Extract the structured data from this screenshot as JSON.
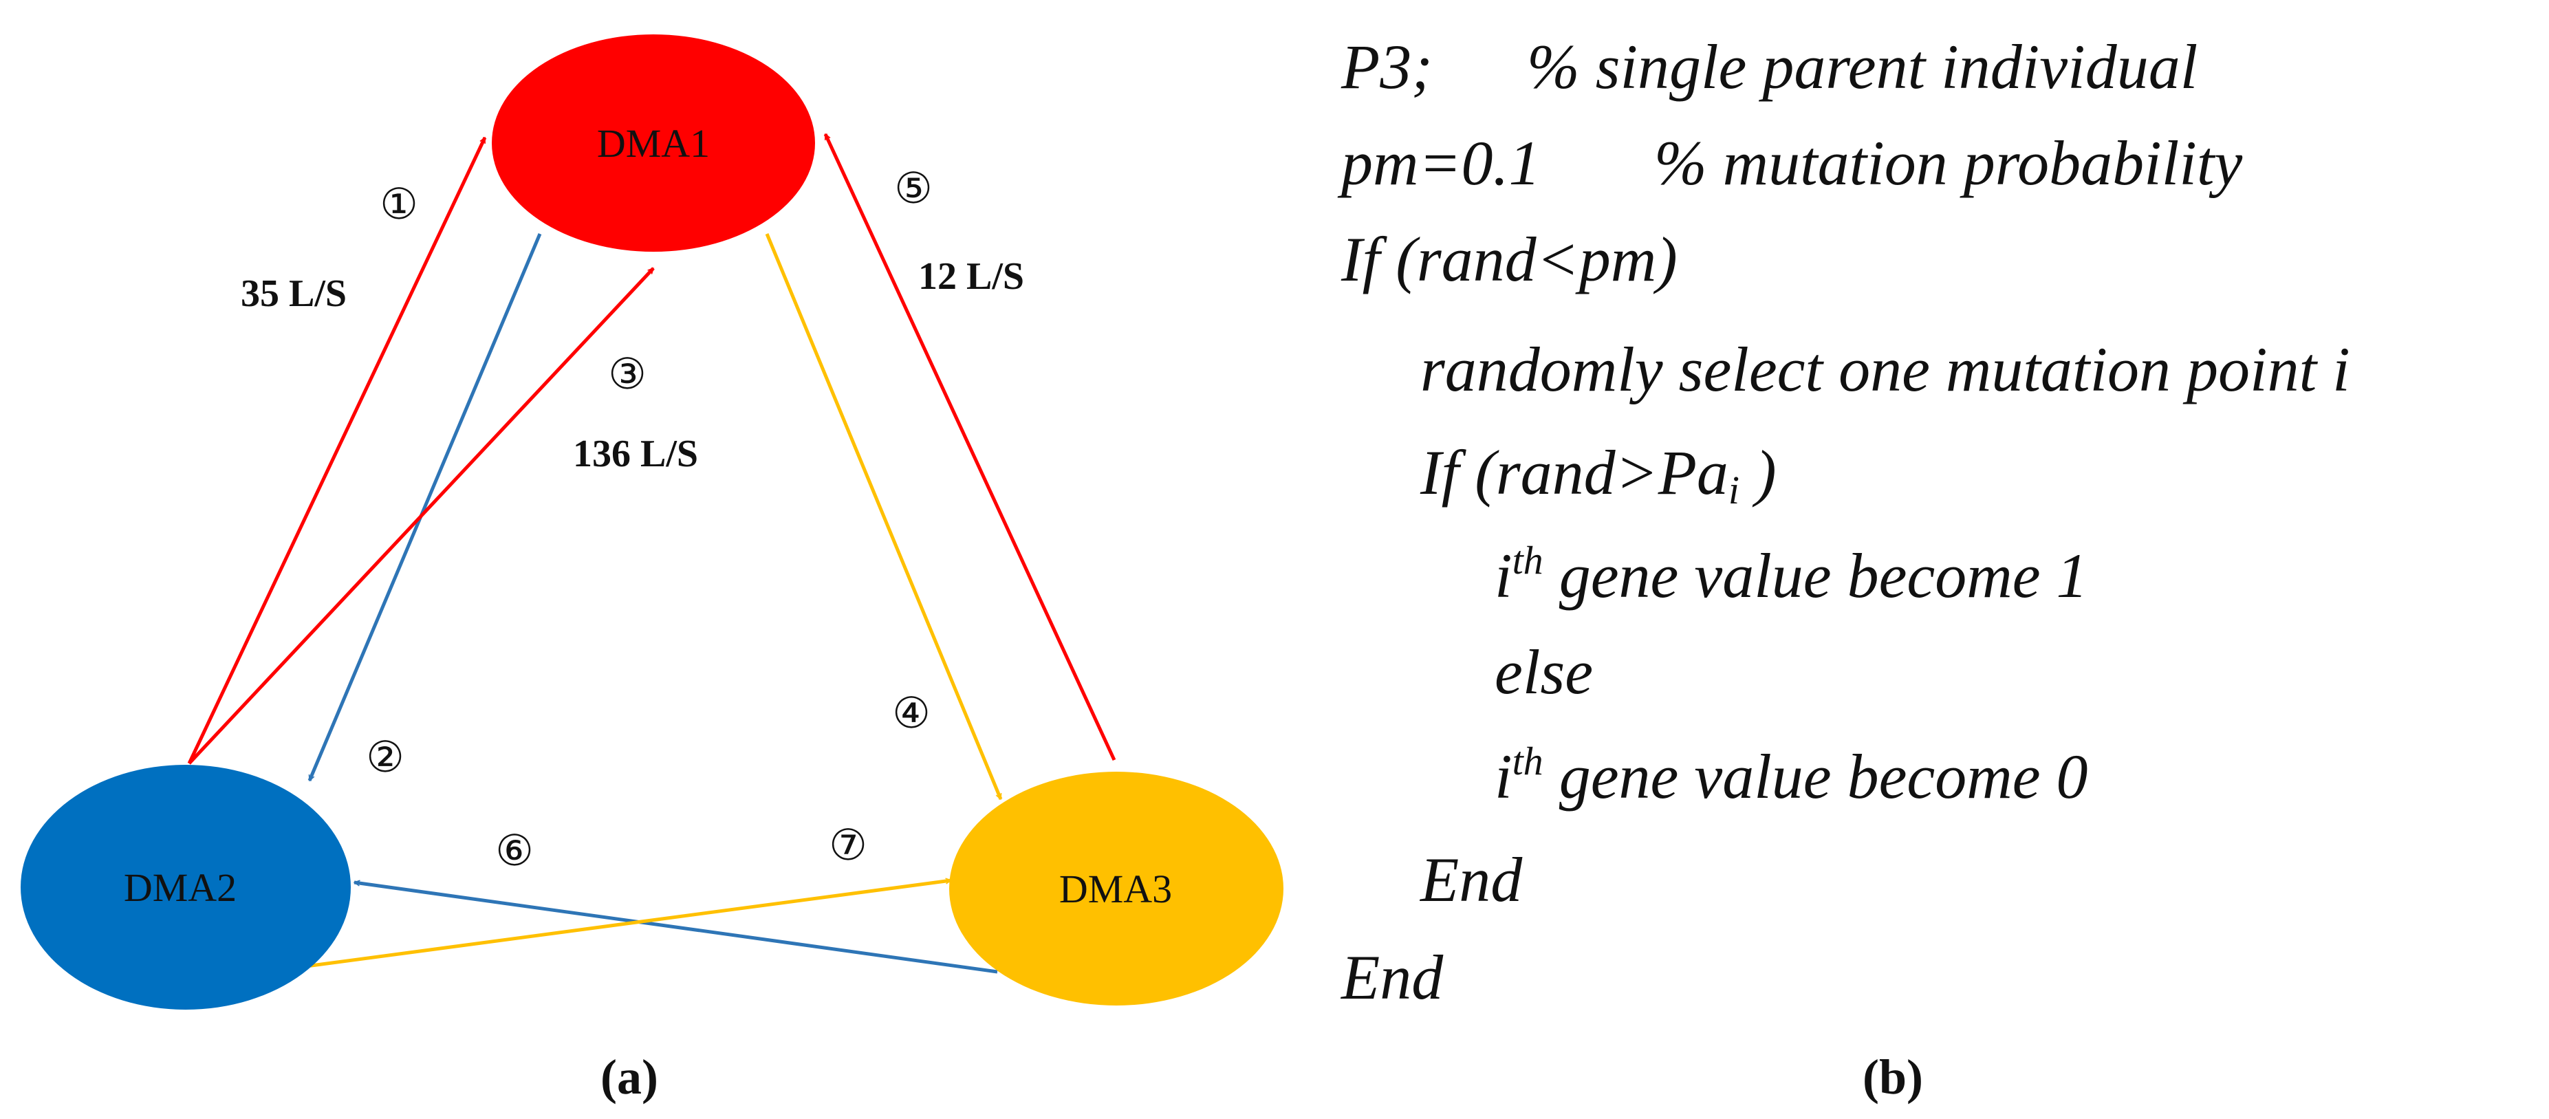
{
  "diagram": {
    "nodes": [
      {
        "id": "dma1",
        "label": "DMA1",
        "color": "#ff0000"
      },
      {
        "id": "dma2",
        "label": "DMA2",
        "color": "#0070c0"
      },
      {
        "id": "dma3",
        "label": "DMA3",
        "color": "#ffc000"
      }
    ],
    "edges": [
      {
        "number": "①",
        "from": "DMA2",
        "to": "DMA1",
        "color": "#ff0000",
        "flow": "35 L/S"
      },
      {
        "number": "②",
        "from": "DMA1",
        "to": "DMA2",
        "color": "#2e75b6",
        "flow": ""
      },
      {
        "number": "③",
        "from": "DMA2",
        "to": "DMA1",
        "color": "#ff0000",
        "flow": "136 L/S"
      },
      {
        "number": "④",
        "from": "DMA1",
        "to": "DMA3",
        "color": "#ffc000",
        "flow": ""
      },
      {
        "number": "⑤",
        "from": "DMA3",
        "to": "DMA1",
        "color": "#ff0000",
        "flow": "12 L/S"
      },
      {
        "number": "⑥",
        "from": "DMA3",
        "to": "DMA2",
        "color": "#2e75b6",
        "flow": ""
      },
      {
        "number": "⑦",
        "from": "DMA2",
        "to": "DMA3",
        "color": "#ffc000",
        "flow": ""
      }
    ]
  },
  "code": {
    "line1": {
      "statement": "P3;",
      "comment": "% single parent individual"
    },
    "line2": {
      "statement": "pm=0.1",
      "comment": "% mutation probability"
    },
    "line3": "If (rand<pm)",
    "line4": "randomly select one mutation point i",
    "line5": {
      "prefix": "If (rand>Pa",
      "sub": "i",
      "suffix": " )"
    },
    "line6": {
      "base": "i",
      "sup": "th",
      "rest": " gene value become 1"
    },
    "line7": "else",
    "line8": {
      "base": "i",
      "sup": "th",
      "rest": " gene value become 0"
    },
    "line9": "End",
    "line10": "End"
  },
  "panels": {
    "a": "(a)",
    "b": "(b)"
  }
}
